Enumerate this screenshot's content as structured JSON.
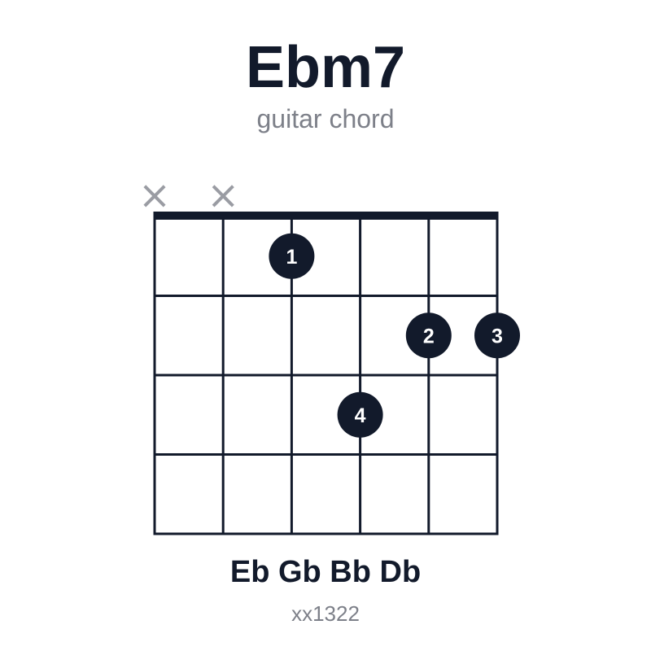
{
  "chord": {
    "name": "Ebm7",
    "subtitle": "guitar chord",
    "notes": "Eb Gb Bb Db",
    "fingering": "xx1322"
  },
  "diagram": {
    "strings": 6,
    "frets": 4,
    "muted_strings": [
      1,
      2
    ],
    "muted_symbol": "×",
    "dots": [
      {
        "string": 3,
        "fret": 1,
        "finger": "1"
      },
      {
        "string": 5,
        "fret": 2,
        "finger": "2"
      },
      {
        "string": 6,
        "fret": 2,
        "finger": "3"
      },
      {
        "string": 4,
        "fret": 3,
        "finger": "4"
      }
    ]
  },
  "colors": {
    "ink": "#121a2b",
    "muted_marker": "#9a9ca3",
    "dot_text": "#ffffff"
  }
}
